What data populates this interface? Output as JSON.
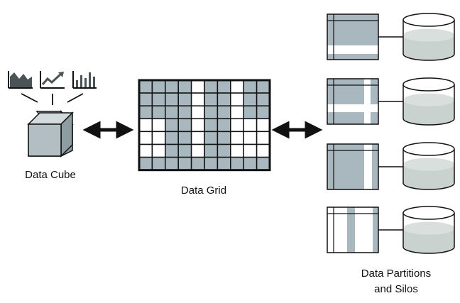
{
  "labels": {
    "cube": "Data Cube",
    "grid": "Data Grid",
    "partitions_line1": "Data Partitions",
    "partitions_line2": "and Silos"
  },
  "icons": [
    "area-chart-icon",
    "line-chart-icon",
    "bar-chart-icon"
  ],
  "colors": {
    "fill": "#a9b8be",
    "cube_front": "#b2bec2",
    "cube_top": "#d2dadd",
    "cube_side": "#8e9da2",
    "silo_liquid": "#c9d2cf",
    "stroke": "#111111",
    "background": "#ffffff"
  },
  "grid": {
    "rows": 7,
    "cols": 10,
    "filled_cells": [
      [
        1,
        1,
        1,
        1,
        0,
        1,
        1,
        0,
        1,
        1
      ],
      [
        1,
        1,
        1,
        1,
        0,
        1,
        1,
        0,
        1,
        1
      ],
      [
        1,
        1,
        1,
        1,
        0,
        1,
        1,
        0,
        1,
        1
      ],
      [
        0,
        0,
        1,
        1,
        0,
        1,
        1,
        0,
        0,
        0
      ],
      [
        0,
        0,
        1,
        1,
        0,
        1,
        1,
        0,
        0,
        0
      ],
      [
        0,
        0,
        1,
        1,
        0,
        1,
        1,
        0,
        0,
        0
      ],
      [
        1,
        1,
        1,
        1,
        1,
        1,
        1,
        1,
        1,
        1
      ]
    ]
  },
  "partitions": [
    {
      "name": "partition-rows",
      "silo_level": 0.55
    },
    {
      "name": "partition-cross",
      "silo_level": 0.55
    },
    {
      "name": "partition-columns-right",
      "silo_level": 0.55
    },
    {
      "name": "partition-columns-split",
      "silo_level": 0.55
    }
  ]
}
